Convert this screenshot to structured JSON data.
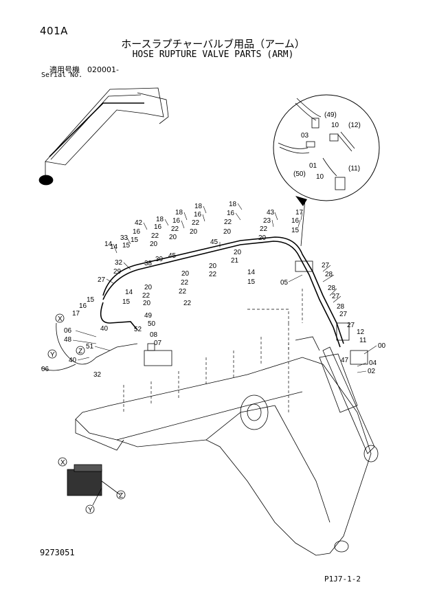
{
  "header": {
    "page_no": "401A",
    "title_jp": "ホースラプチャーバルブ用品（アーム）",
    "title_en": "HOSE RUPTURE VALVE PARTS (ARM)",
    "serial_label_jp": "適用号機　020001-",
    "serial_label_en": "Serial No."
  },
  "footer": {
    "drawing_no": "9273051",
    "page_code": "P1J7-1-2"
  },
  "callouts": [
    {
      "text": "(49)"
    },
    {
      "text": "10"
    },
    {
      "text": "(12)"
    },
    {
      "text": "03"
    },
    {
      "text": "01"
    },
    {
      "text": "(50)"
    },
    {
      "text": "10"
    },
    {
      "text": "(11)"
    },
    {
      "text": "18"
    },
    {
      "text": "43"
    },
    {
      "text": "17"
    },
    {
      "text": "16"
    },
    {
      "text": "23"
    },
    {
      "text": "16"
    },
    {
      "text": "22"
    },
    {
      "text": "22"
    },
    {
      "text": "15"
    },
    {
      "text": "20"
    },
    {
      "text": "20"
    },
    {
      "text": "18"
    },
    {
      "text": "18"
    },
    {
      "text": "16"
    },
    {
      "text": "18"
    },
    {
      "text": "16"
    },
    {
      "text": "42"
    },
    {
      "text": "16"
    },
    {
      "text": "22"
    },
    {
      "text": "16"
    },
    {
      "text": "22"
    },
    {
      "text": "22"
    },
    {
      "text": "20"
    },
    {
      "text": "15"
    },
    {
      "text": "20"
    },
    {
      "text": "20"
    },
    {
      "text": "14"
    },
    {
      "text": "33"
    },
    {
      "text": "15"
    },
    {
      "text": "14"
    },
    {
      "text": "45"
    },
    {
      "text": "32"
    },
    {
      "text": "38"
    },
    {
      "text": "39"
    },
    {
      "text": "45"
    },
    {
      "text": "20"
    },
    {
      "text": "21"
    },
    {
      "text": "20"
    },
    {
      "text": "22"
    },
    {
      "text": "14"
    },
    {
      "text": "15"
    },
    {
      "text": "27"
    },
    {
      "text": "29"
    },
    {
      "text": "20"
    },
    {
      "text": "20"
    },
    {
      "text": "22"
    },
    {
      "text": "22"
    },
    {
      "text": "05"
    },
    {
      "text": "27"
    },
    {
      "text": "28"
    },
    {
      "text": "28"
    },
    {
      "text": "27"
    },
    {
      "text": "14"
    },
    {
      "text": "22"
    },
    {
      "text": "20"
    },
    {
      "text": "15"
    },
    {
      "text": "22"
    },
    {
      "text": "28"
    },
    {
      "text": "27"
    },
    {
      "text": "15"
    },
    {
      "text": "16"
    },
    {
      "text": "17"
    },
    {
      "text": "49"
    },
    {
      "text": "50"
    },
    {
      "text": "52"
    },
    {
      "text": "27"
    },
    {
      "text": "12"
    },
    {
      "text": "40"
    },
    {
      "text": "08"
    },
    {
      "text": "11"
    },
    {
      "text": "07"
    },
    {
      "text": "00"
    },
    {
      "text": "06"
    },
    {
      "text": "48"
    },
    {
      "text": "51"
    },
    {
      "text": "40"
    },
    {
      "text": "47"
    },
    {
      "text": "04"
    },
    {
      "text": "02"
    },
    {
      "text": "06"
    },
    {
      "text": "32"
    }
  ],
  "markers": [
    {
      "text": "X"
    },
    {
      "text": "Y"
    },
    {
      "text": "Z"
    },
    {
      "text": "X"
    },
    {
      "text": "Y"
    },
    {
      "text": "Z"
    }
  ]
}
